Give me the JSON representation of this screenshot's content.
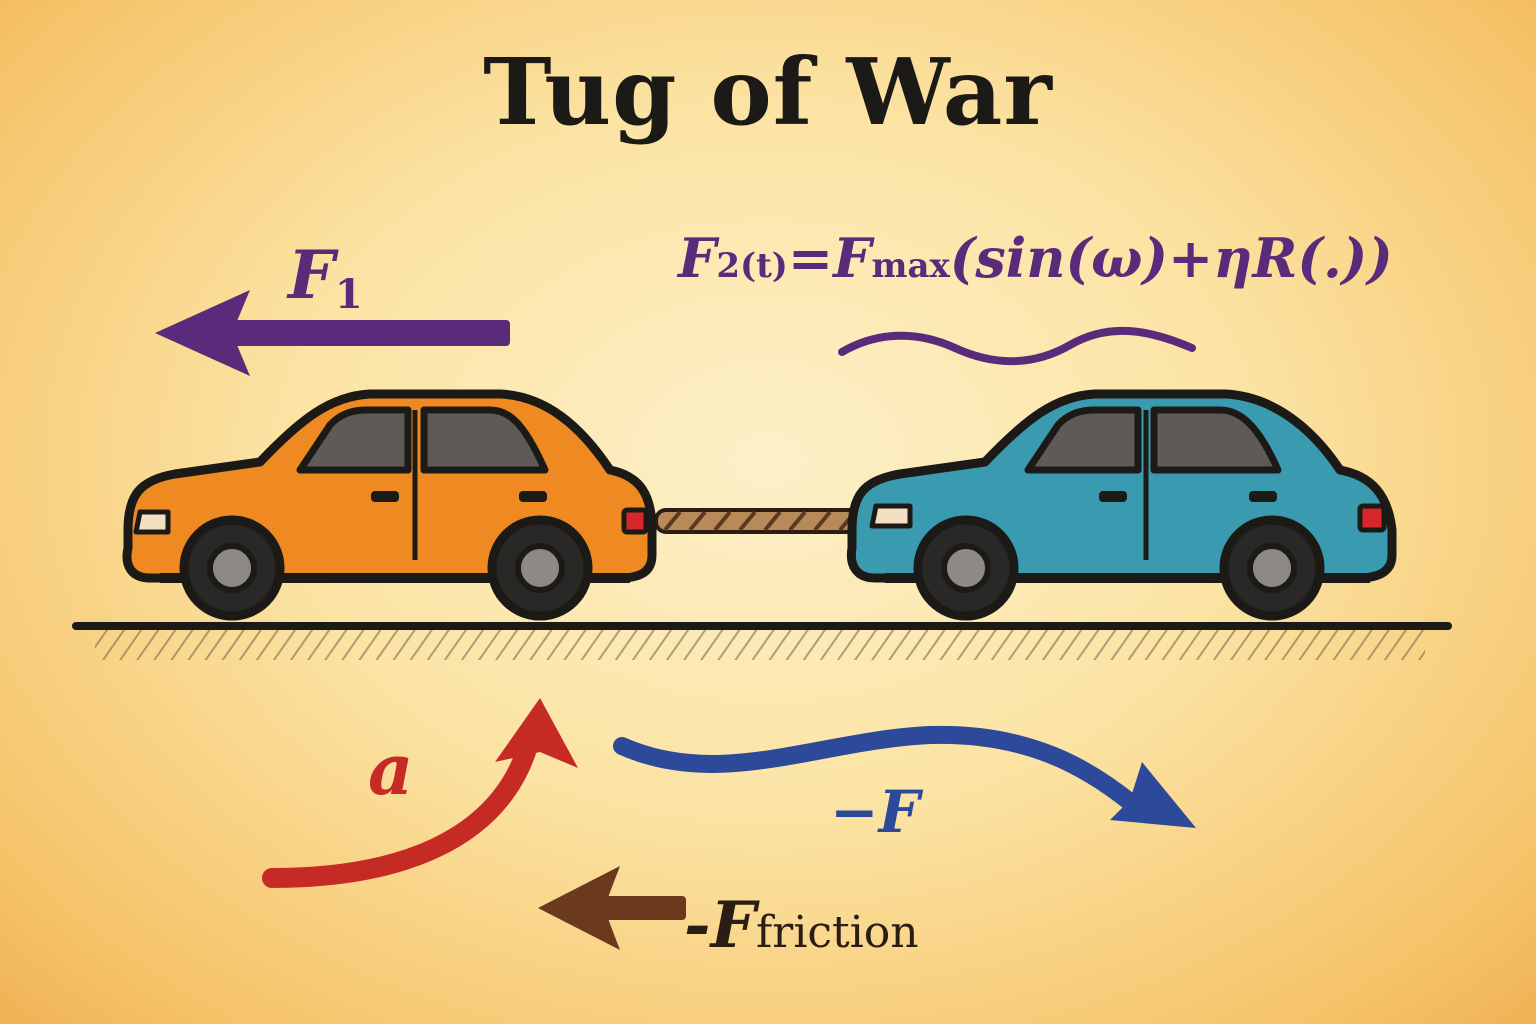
{
  "title": "Tug of War",
  "labels": {
    "f1_symbol": "F",
    "f1_subscript": "1",
    "f2_equation_lead": "F",
    "f2_equation_sub": "2",
    "f2_equation_arg": "(t)",
    "f2_equation_eq": "=",
    "f2_equation_fmax": "F",
    "f2_equation_fmax_sub": "max",
    "f2_equation_rest": "(sin(ω)+ηR(.))",
    "acceleration": "a",
    "negative_force": "−F",
    "friction_symbol": "-F",
    "friction_subscript": "friction"
  },
  "colors": {
    "orange_car": "#ef8a22",
    "blue_car": "#3a9bb0",
    "f1_arrow": "#5a2b7a",
    "a_arrow": "#c62a24",
    "neg_f_arrow": "#2d4a9a",
    "friction_arrow": "#6b3a1e",
    "ground": "#1c1a17"
  },
  "icons": {
    "left_car": "car-icon",
    "right_car": "car-icon",
    "rope": "rope-icon"
  }
}
